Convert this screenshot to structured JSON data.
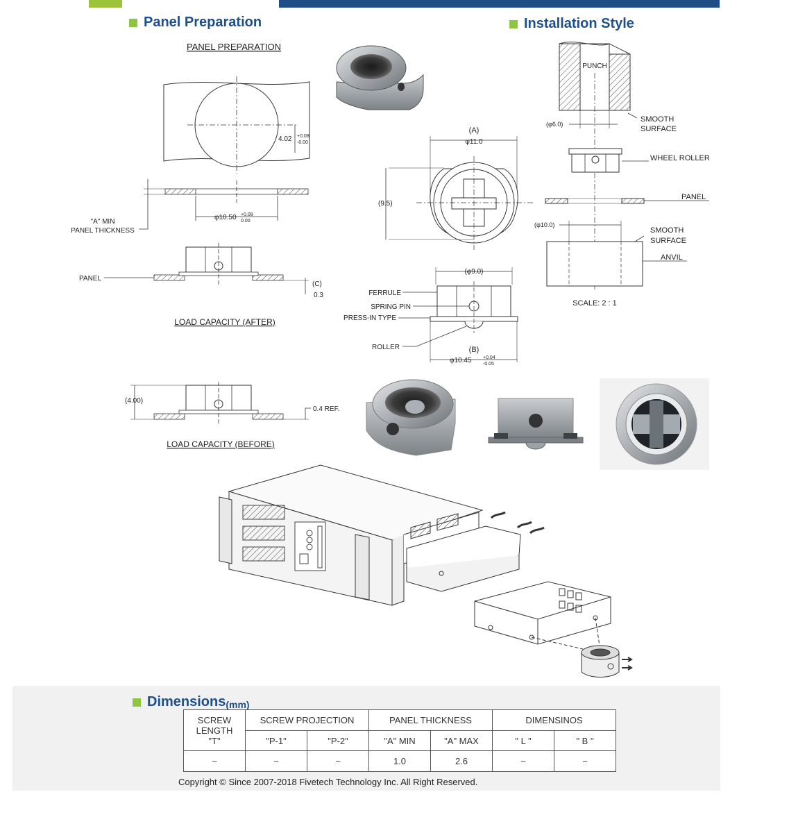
{
  "sections": {
    "panel_preparation": "Panel Preparation",
    "installation_style": "Installation Style",
    "dimensions": "Dimensions",
    "dimensions_unit": "(mm)"
  },
  "drawing_labels": {
    "panel_preparation": "PANEL PREPARATION",
    "dim_402": "4.02",
    "tol_402_plus": "+0.08",
    "tol_402_minus": "-0.00",
    "a_min": "\"A\" MIN",
    "panel_thickness": "PANEL THICKNESS",
    "dim_1050": "φ10.50",
    "tol_1050_plus": "+0.08",
    "tol_1050_minus": "0.00",
    "panel": "PANEL",
    "c": "(C)",
    "c_val": "0.3",
    "load_after": "LOAD CAPACITY (AFTER)",
    "a": "(A)",
    "phi_110": "φ11.0",
    "dim_95": "(9.5)",
    "phi_90": "(φ9.0)",
    "ferrule": "FERRULE",
    "spring_pin": "SPRING PIN",
    "press_in": "PRESS-IN TYPE",
    "roller": "ROLLER",
    "b": "(B)",
    "phi_1045": "φ10.45",
    "tol_1045_plus": "+0.04",
    "tol_1045_minus": "-0.05",
    "dim_400": "(4.00)",
    "ref_04": "0.4 REF.",
    "load_before": "LOAD CAPACITY (BEFORE)",
    "punch": "PUNCH",
    "phi_60": "(φ6.0)",
    "smooth_surface_1": "SMOOTH",
    "smooth_surface_2": "SURFACE",
    "wheel_roller": "WHEEL ROLLER",
    "panel_right": "PANEL",
    "phi_100": "(φ10.0)",
    "anvil": "ANVIL",
    "scale": "SCALE:  2 : 1"
  },
  "table": {
    "headers": {
      "screw_length": [
        "SCREW",
        "LENGTH",
        "\"T\""
      ],
      "screw_projection": "SCREW PROJECTION",
      "panel_thickness": "PANEL THICKNESS",
      "dimensions": "DIMENSINOS"
    },
    "subheaders": [
      "\"P-1\"",
      "\"P-2\"",
      "\"A\" MIN",
      "\"A\" MAX",
      "\" L \"",
      "\" B \""
    ],
    "row": [
      "~",
      "~",
      "~",
      "1.0",
      "2.6",
      "~",
      "~"
    ]
  },
  "copyright": "Copyright © Since 2007-2018 Fivetech Technology Inc. All Right Reserved.",
  "colors": {
    "title_blue": "#1e4f8a",
    "bullet_green": "#8dc63f",
    "bar_blue": "#1f4e86"
  }
}
